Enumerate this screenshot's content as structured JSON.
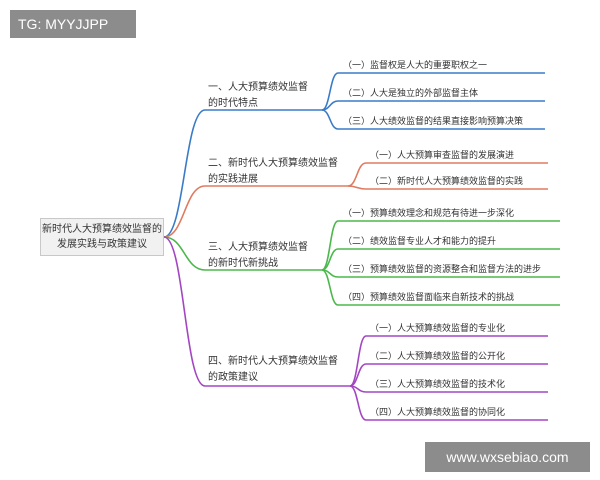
{
  "watermarks": {
    "top_left": "TG: MYYJJPP",
    "bottom_right": "www.wxsebiao.com"
  },
  "colors": {
    "branch1": "#3a7bc8",
    "branch2": "#e07a5f",
    "branch3": "#4bb84b",
    "branch4": "#a346c2",
    "watermark_bg": "#8c8c8c"
  },
  "mindmap": {
    "root": {
      "line1": "新时代人大预算绩效监督的",
      "line2": "发展实践与政策建议"
    },
    "branches": [
      {
        "line1": "一、人大预算绩效监督",
        "line2": "的时代特点",
        "children": [
          "（一）监督权是人大的重要职权之一",
          "（二）人大是独立的外部监督主体",
          "（三）人大绩效监督的结果直接影响预算决策"
        ]
      },
      {
        "line1": "二、新时代人大预算绩效监督",
        "line2": "的实践进展",
        "children": [
          "（一）人大预算审查监督的发展演进",
          "（二）新时代人大预算绩效监督的实践"
        ]
      },
      {
        "line1": "三、人大预算绩效监督",
        "line2": "的新时代新挑战",
        "children": [
          "（一）预算绩效理念和规范有待进一步深化",
          "（二）绩效监督专业人才和能力的提升",
          "（三）预算绩效监督的资源整合和监督方法的进步",
          "（四）预算绩效监督面临来自新技术的挑战"
        ]
      },
      {
        "line1": "四、新时代人大预算绩效监督",
        "line2": "的政策建议",
        "children": [
          "（一）人大预算绩效监督的专业化",
          "（二）人大预算绩效监督的公开化",
          "（三）人大预算绩效监督的技术化",
          "（四）人大预算绩效监督的协同化"
        ]
      }
    ]
  }
}
